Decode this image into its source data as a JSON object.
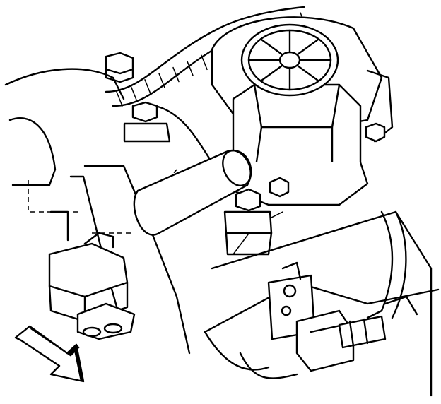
{
  "diagram": {
    "colors": {
      "line": "#000000",
      "background": "#ffffff"
    },
    "components": [
      {
        "id": "engine-block",
        "icon": "engine-block-outline"
      },
      {
        "id": "actuator-housing",
        "icon": "round-housing-with-spokes"
      },
      {
        "id": "wiring-harness",
        "icon": "corrugated-conduit"
      },
      {
        "id": "cylindrical-canister",
        "icon": "cylinder"
      },
      {
        "id": "mounting-bolt",
        "icon": "hex-bolt"
      },
      {
        "id": "mounting-bracket",
        "icon": "bracket"
      },
      {
        "id": "electrical-connector",
        "icon": "connector"
      },
      {
        "id": "direction-arrow",
        "icon": "hollow-arrow-right-down"
      }
    ]
  }
}
